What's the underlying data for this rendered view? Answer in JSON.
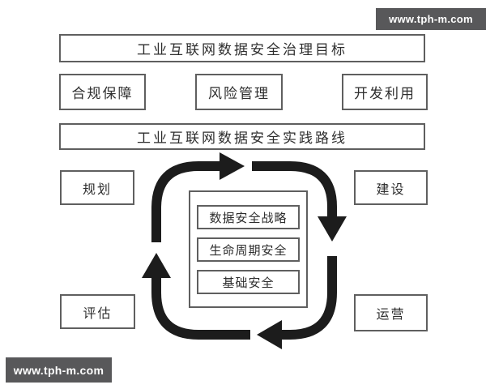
{
  "watermark": {
    "text": "www.tph-m.com"
  },
  "diagram": {
    "goal_title": "工业互联网数据安全治理目标",
    "goals": [
      "合规保障",
      "风险管理",
      "开发利用"
    ],
    "practice_title": "工业互联网数据安全实践路线",
    "phases": {
      "plan": "规划",
      "build": "建设",
      "evaluate": "评估",
      "operate": "运营"
    },
    "core_items": [
      "数据安全战略",
      "生命周期安全",
      "基础安全"
    ],
    "cycle_direction": "clockwise"
  },
  "colors": {
    "arrow": "#1c1c1c",
    "box_border": "#5f5f5f",
    "text": "#2e2e2e",
    "banner_bg": "#58585a",
    "banner_fg": "#ffffff",
    "bg": "#ffffff"
  }
}
